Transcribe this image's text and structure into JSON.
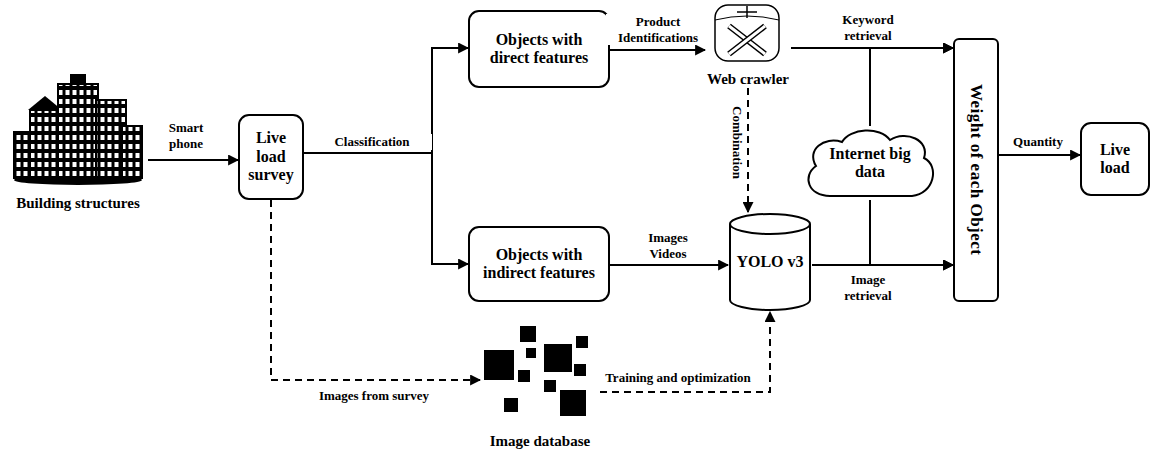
{
  "diagram": {
    "nodes": [
      {
        "text": [
          "Building structures"
        ]
      },
      {
        "text": [
          "Live load survey"
        ]
      },
      {
        "text": [
          "Objects with direct features"
        ]
      },
      {
        "text": [
          "Objects with indirect features"
        ]
      },
      {
        "text": [
          "Web crawler"
        ]
      },
      {
        "text": [
          "YOLO v3"
        ]
      },
      {
        "text": [
          "Internet big data"
        ]
      },
      {
        "text": [
          "Weight of each Object"
        ]
      },
      {
        "text": [
          "Live load"
        ]
      },
      {
        "text": [
          "Image database"
        ]
      }
    ],
    "edges": [
      {
        "from": 0,
        "to": 1,
        "label": "Smart phone",
        "arrow": "to"
      },
      {
        "from": 1,
        "to": 2,
        "label": "Classification",
        "arrow": "to"
      },
      {
        "from": 1,
        "to": 3,
        "arrow": "to"
      },
      {
        "from": 2,
        "to": 4,
        "label": "Product Identifications",
        "arrow": "to"
      },
      {
        "from": 3,
        "to": 5,
        "label": "Images Videos",
        "arrow": "to"
      },
      {
        "from": 4,
        "to": 7,
        "label": "Keyword retrieval",
        "arrow": "to"
      },
      {
        "from": 5,
        "to": 7,
        "label": "Image retrieval",
        "arrow": "to"
      },
      {
        "from": 4,
        "to": 5,
        "label": "Combination",
        "arrow": "to"
      },
      {
        "from": 6,
        "to": 7,
        "arrow": "to"
      },
      {
        "from": 6,
        "to": 7,
        "arrow": "to"
      },
      {
        "from": 7,
        "to": 8,
        "label": "Quantity",
        "arrow": "to"
      },
      {
        "from": 1,
        "to": 9,
        "label": "Images from survey",
        "arrow": "to"
      },
      {
        "from": 9,
        "to": 5,
        "label": "Training and optimization",
        "arrow": "to"
      }
    ]
  }
}
